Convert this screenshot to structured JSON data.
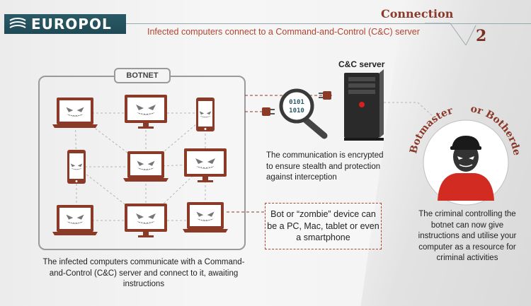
{
  "brand": {
    "logo_text": "EUROPOL"
  },
  "header": {
    "section_title": "Connection",
    "subtitle": "Infected computers connect to a Command-and-Control (C&C) server",
    "page_number": "2"
  },
  "botnet": {
    "label": "BOTNET",
    "caption": "The infected computers communicate with a Command-and-Control (C&C) server and connect to it, awaiting instructions"
  },
  "server": {
    "label": "C&C server",
    "encryption_note": "The communication is encrypted to ensure stealth and protection against interception",
    "binary_top": "0101",
    "binary_bottom": "1010"
  },
  "zombie_note": "Bot or “zombie” device can be a PC, Mac, tablet or even a smartphone",
  "botmaster": {
    "arc_label_left": "Botmaster",
    "arc_label_right": "or Botherder",
    "caption": "The criminal controlling the botnet can now give instructions and utilise your computer as a resource for criminal activities"
  },
  "colors": {
    "device_brown": "#8a3a26",
    "accent_red": "#b0452e",
    "frame_gray": "#9a9a9a",
    "header_teal": "#2a5a66",
    "title_red": "#8b3a2a"
  }
}
